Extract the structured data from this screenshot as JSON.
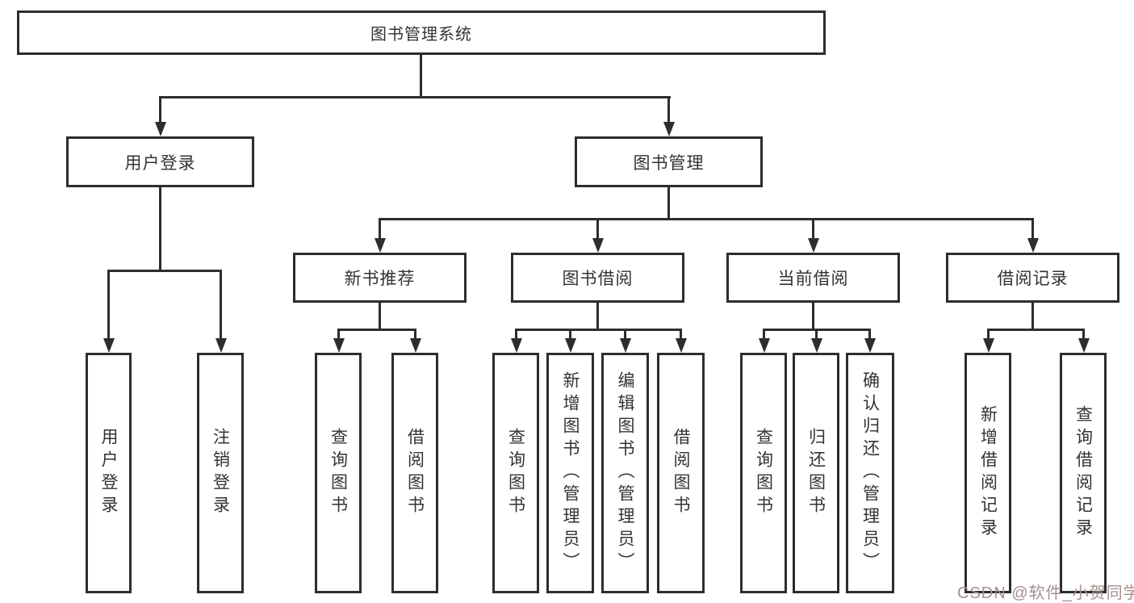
{
  "page": {
    "background": "#ffffff",
    "watermark": {
      "text": "CSDN @软件_小贺同学",
      "color": "#a68f8f"
    }
  },
  "diagram": {
    "type": "tree",
    "line_color": "#2d2d2d",
    "text_color": "#333333",
    "root": {
      "label": "图书管理系统",
      "children": [
        {
          "label": "用户登录",
          "children": [
            {
              "label": "用户登录"
            },
            {
              "label": "注销登录"
            }
          ]
        },
        {
          "label": "图书管理",
          "children": [
            {
              "label": "新书推荐",
              "children": [
                {
                  "label": "查询图书"
                },
                {
                  "label": "借阅图书"
                }
              ]
            },
            {
              "label": "图书借阅",
              "children": [
                {
                  "label": "查询图书"
                },
                {
                  "label": "新增图书（管理员）"
                },
                {
                  "label": "编辑图书（管理员）"
                },
                {
                  "label": "借阅图书"
                }
              ]
            },
            {
              "label": "当前借阅",
              "children": [
                {
                  "label": "查询图书"
                },
                {
                  "label": "归还图书"
                },
                {
                  "label": "确认归还（管理员）"
                }
              ]
            },
            {
              "label": "借阅记录",
              "children": [
                {
                  "label": "新增借阅记录"
                },
                {
                  "label": "查询借阅记录"
                }
              ]
            }
          ]
        }
      ]
    }
  }
}
